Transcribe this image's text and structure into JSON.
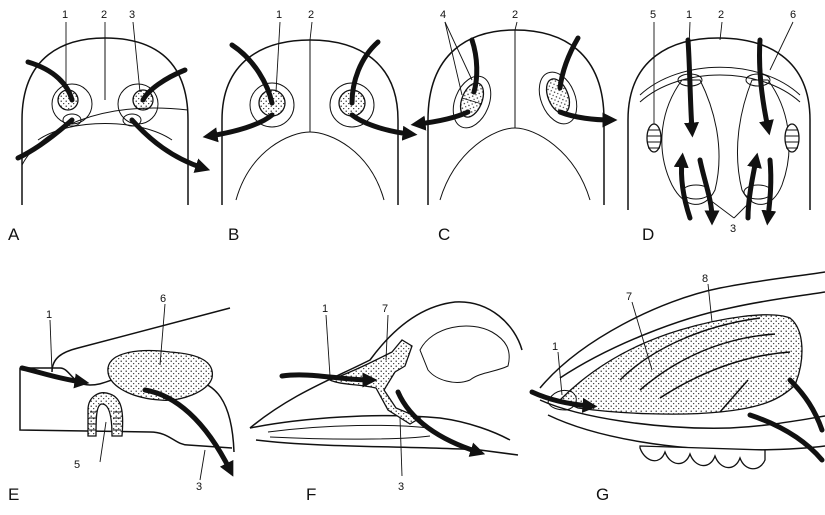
{
  "panels": {
    "a": {
      "letter": "A",
      "labels": [
        "1",
        "2",
        "3"
      ]
    },
    "b": {
      "letter": "B",
      "labels": [
        "1",
        "2"
      ]
    },
    "c": {
      "letter": "C",
      "labels": [
        "4",
        "2"
      ]
    },
    "d": {
      "letter": "D",
      "labels": [
        "5",
        "1",
        "2",
        "6",
        "3"
      ]
    },
    "e": {
      "letter": "E",
      "labels": [
        "1",
        "6",
        "5",
        "3"
      ]
    },
    "f": {
      "letter": "F",
      "labels": [
        "1",
        "7",
        "3"
      ]
    },
    "g": {
      "letter": "G",
      "labels": [
        "8",
        "7",
        "1"
      ]
    }
  }
}
